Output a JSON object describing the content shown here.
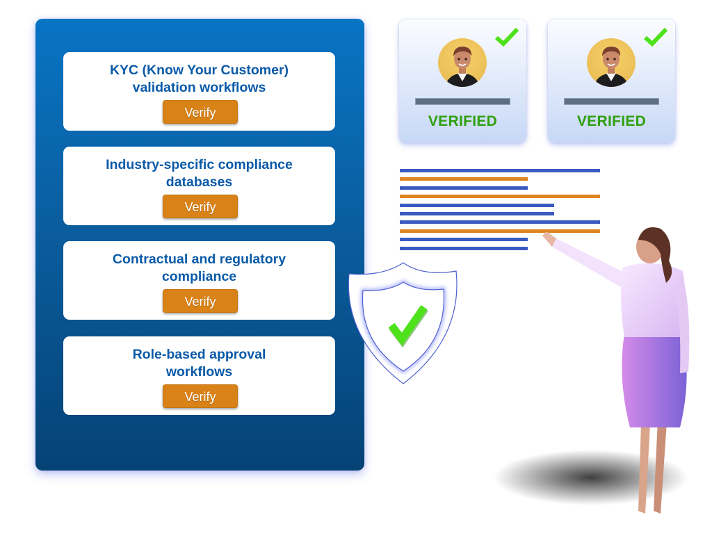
{
  "panel": {
    "cards": [
      {
        "title_line1": "KYC (Know Your Customer)",
        "title_line2": "validation workflows",
        "button": "Verify"
      },
      {
        "title_line1": "Industry-specific compliance",
        "title_line2": "databases",
        "button": "Verify"
      },
      {
        "title_line1": "Contractual and regulatory",
        "title_line2": "compliance",
        "button": "Verify"
      },
      {
        "title_line1": "Role-based approval",
        "title_line2": "workflows",
        "button": "Verify"
      }
    ]
  },
  "profiles": [
    {
      "status": "VERIFIED",
      "icon": "check-icon"
    },
    {
      "status": "VERIFIED",
      "icon": "check-icon"
    }
  ],
  "document_lines": {
    "colors": {
      "blue": "#3b5bc0",
      "orange": "#de8420"
    },
    "lines": [
      {
        "color": "blue",
        "length_fraction": 1.0
      },
      {
        "color": "orange",
        "length_fraction": 0.64
      },
      {
        "color": "blue",
        "length_fraction": 0.64
      },
      {
        "color": "orange",
        "length_fraction": 1.0
      },
      {
        "color": "blue",
        "length_fraction": 0.77
      },
      {
        "color": "blue",
        "length_fraction": 0.77
      },
      {
        "color": "blue",
        "length_fraction": 1.0
      },
      {
        "color": "orange",
        "length_fraction": 1.0
      },
      {
        "color": "blue",
        "length_fraction": 0.64
      },
      {
        "color": "blue",
        "length_fraction": 0.64
      }
    ]
  },
  "colors": {
    "panel_blue": "#0874c4",
    "title_blue": "#0a5aa8",
    "button_orange": "#d98217",
    "verified_green": "#2ea00e",
    "check_green": "#4ee21a"
  },
  "illustrations": {
    "shield": "shield-check-icon",
    "person": "woman-pointing-illustration"
  }
}
